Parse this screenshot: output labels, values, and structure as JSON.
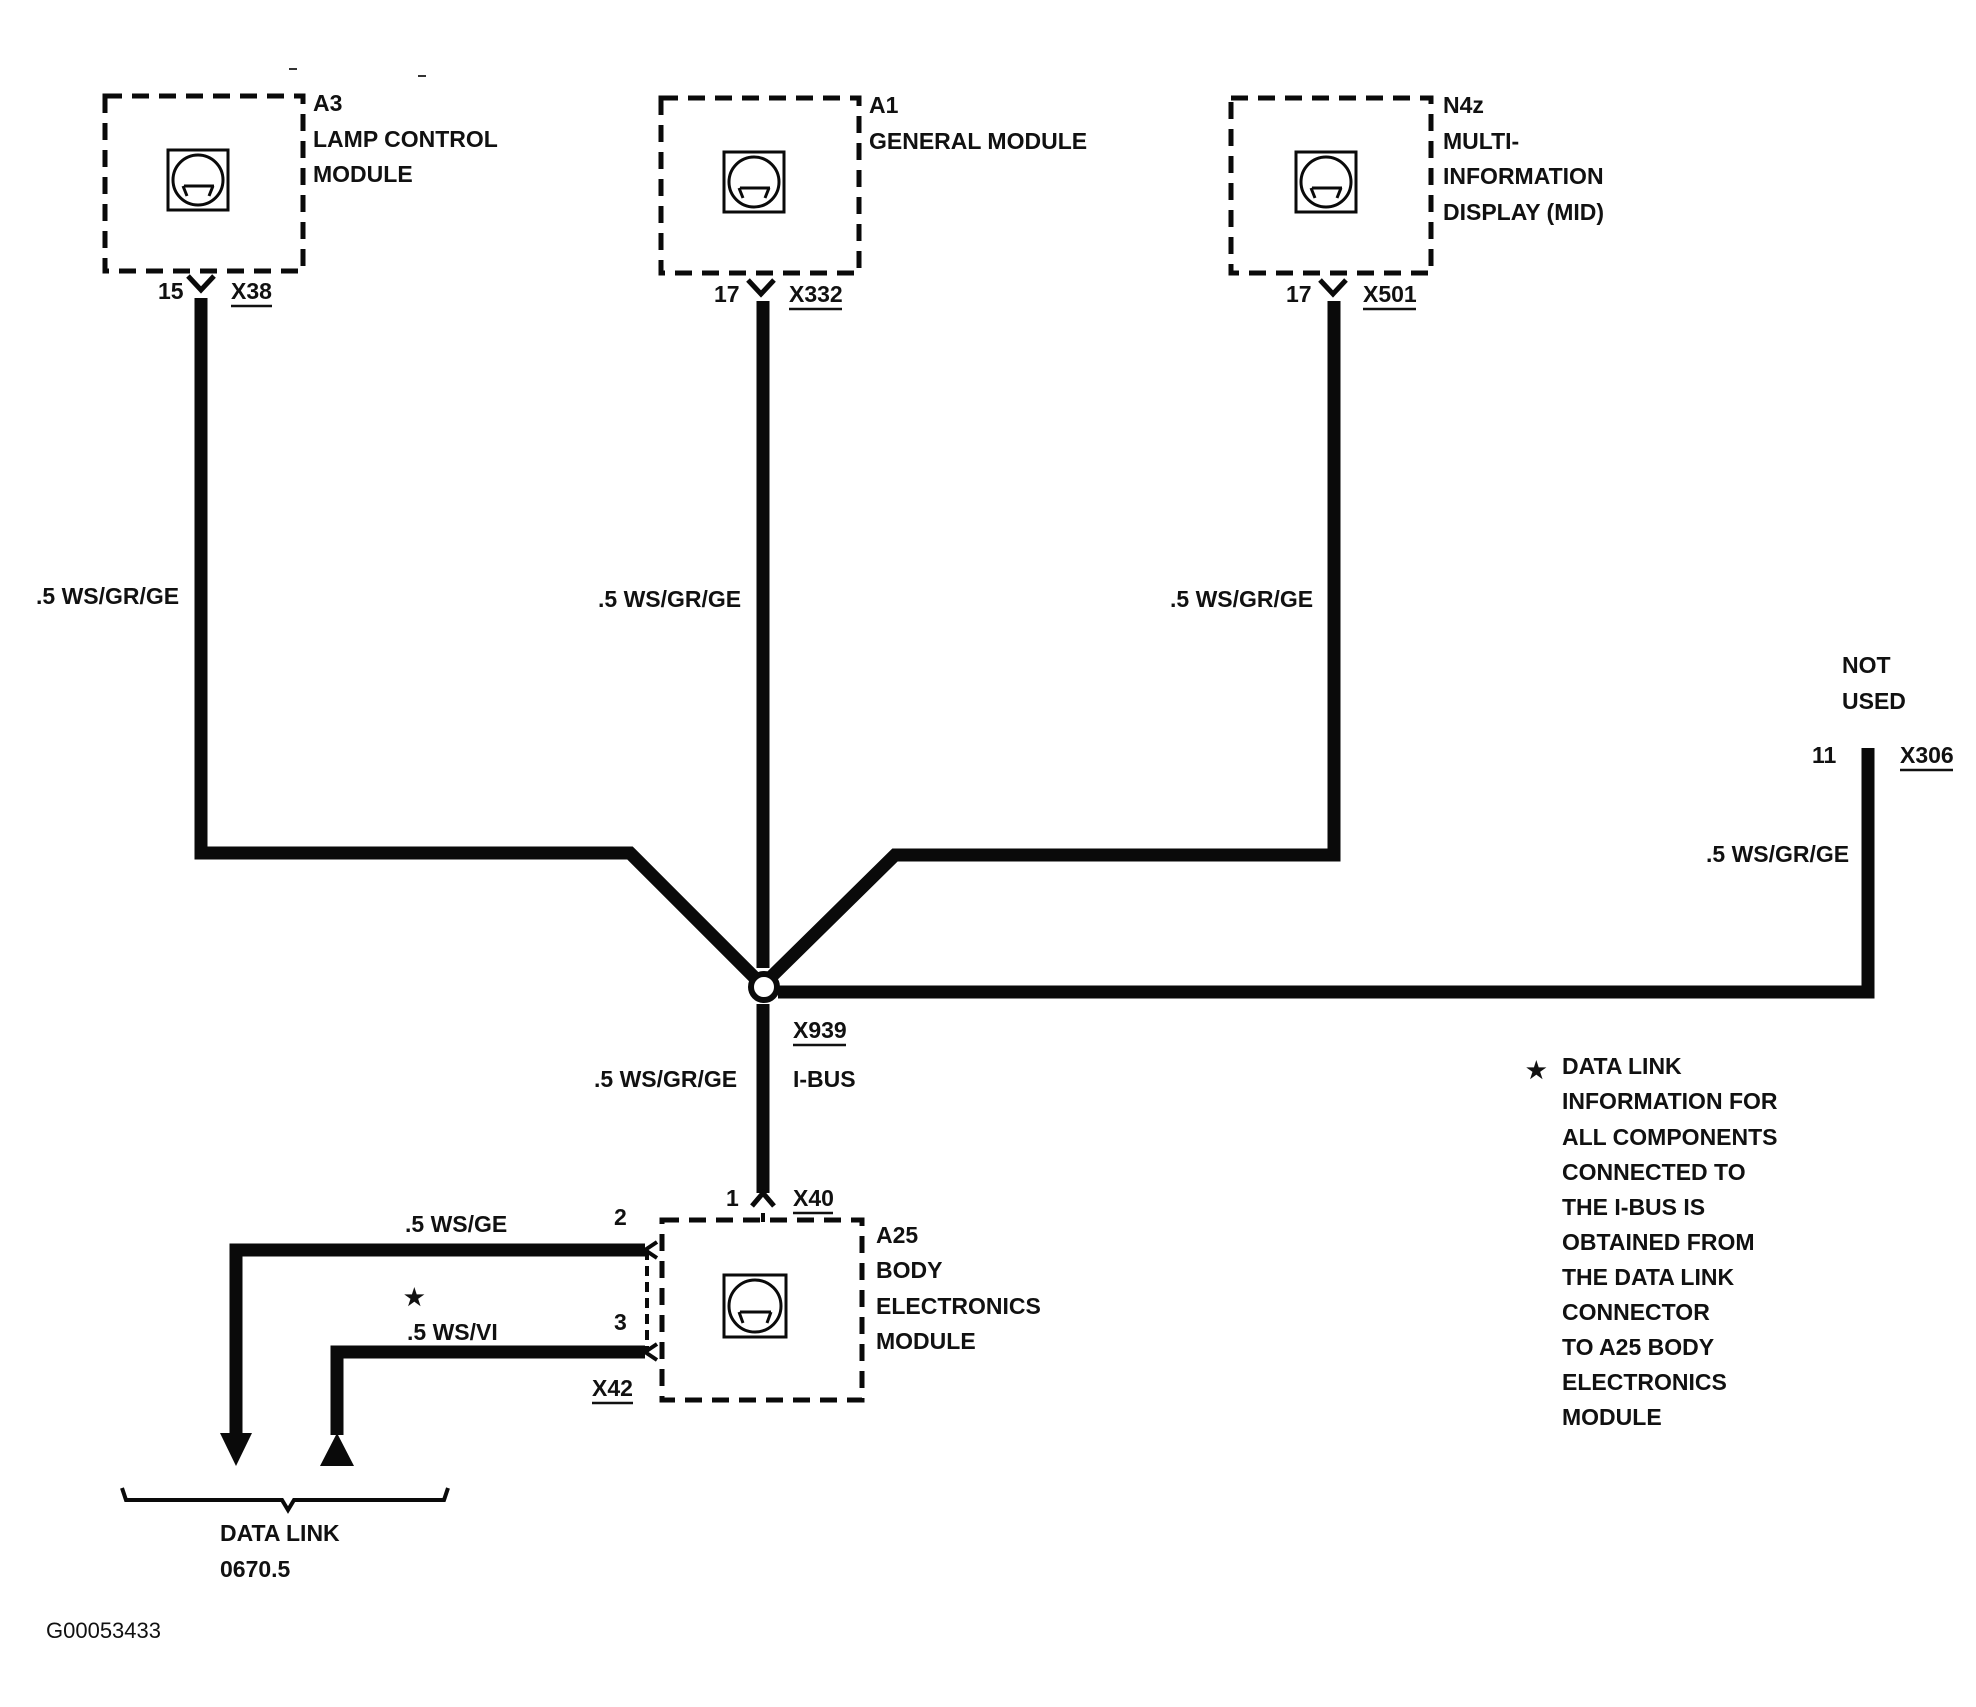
{
  "components": {
    "a3": {
      "id": "A3",
      "lines": [
        "LAMP CONTROL",
        "MODULE"
      ],
      "pin": "15",
      "connector": "X38"
    },
    "a1": {
      "id": "A1",
      "lines": [
        "GENERAL MODULE"
      ],
      "pin": "17",
      "connector": "X332"
    },
    "n4z": {
      "id": "N4z",
      "lines": [
        "MULTI-",
        "INFORMATION",
        "DISPLAY (MID)"
      ],
      "pin": "17",
      "connector": "X501"
    },
    "a25": {
      "id": "A25",
      "lines": [
        "BODY",
        "ELECTRONICS",
        "MODULE"
      ],
      "pin_top": "1",
      "connector_top": "X40",
      "pin_2": "2",
      "pin_3": "3",
      "connector_side": "X42"
    }
  },
  "wires": {
    "w_a3": ".5 WS/GR/GE",
    "w_a1": ".5 WS/GR/GE",
    "w_n4z": ".5 WS/GR/GE",
    "w_x306": ".5 WS/GR/GE",
    "w_a25": ".5 WS/GR/GE",
    "w_ge": ".5 WS/GE",
    "w_vi": ".5 WS/VI"
  },
  "splice": {
    "id": "X939",
    "bus": "I-BUS"
  },
  "not_used": {
    "lines": [
      "NOT",
      "USED"
    ],
    "pin": "11",
    "connector": "X306"
  },
  "data_link": {
    "lines": [
      "DATA LINK",
      "0670.5"
    ]
  },
  "note": {
    "star": "★",
    "lines": [
      "DATA LINK",
      "INFORMATION FOR",
      "ALL COMPONENTS",
      "CONNECTED TO",
      "THE I-BUS IS",
      "OBTAINED FROM",
      "THE DATA LINK",
      "CONNECTOR",
      "TO A25 BODY",
      "ELECTRONICS",
      "MODULE"
    ]
  },
  "star_marker": "★",
  "figure_id": "G00053433"
}
